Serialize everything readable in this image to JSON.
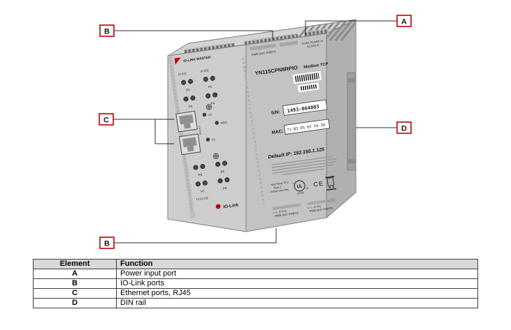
{
  "figure": {
    "callouts": {
      "a": "A",
      "b_top": "B",
      "b_bottom": "B",
      "c": "C",
      "d": "D"
    },
    "device": {
      "brand": "IO-LINK MASTER",
      "model": "YN115CPN8RPIO",
      "protocol": "Modbus TCP",
      "serial": {
        "label": "S/N:",
        "value": "1493-064003"
      },
      "mac": {
        "label": "MAC:",
        "value": "71 B3 D5 EF FA 39"
      },
      "default_ip": "Default IP: 192.168.1.125",
      "front": {
        "header_left": "DI C/Q",
        "header_right": "DI C/Q",
        "ports": [
          "P1",
          "P2",
          "P3",
          "P4",
          "P5",
          "P6",
          "P7",
          "P8"
        ],
        "footer": "TX   DI  C/Q",
        "eth_top": "X2",
        "eth_bottom": "X1",
        "mod": "MOD",
        "link_act": "LINK ACT",
        "io_link_logo": "IO-Link"
      },
      "top_strip": {
        "pwr_out": "PWR OUT",
        "ports": "PORTS",
        "power_in": "24VDC POWER IN",
        "class2": "(CLASS 2)"
      },
      "bottom_strip": {
        "pins_left": "L+ L- DI C/Q",
        "pwr_out_left": "PWR OUT",
        "ports_left": "PORTS",
        "pins_right": "L+ L- DI C/Q",
        "pwr_out_right": "PWR OUT",
        "ports_right": "PORTS"
      },
      "cert": {
        "max_temp": "Max Temp 70°C",
        "type": "Type 1",
        "indoor": "Indoor Use Only",
        "ul": "UL",
        "ul_c": "c",
        "ul_us": "US",
        "listed": "LISTED",
        "ce": "CE"
      }
    }
  },
  "table": {
    "headers": [
      "Element",
      "Function"
    ],
    "rows": [
      [
        "A",
        "Power input port"
      ],
      [
        "B",
        "IO-Link ports"
      ],
      [
        "C",
        "Ethernet ports, RJ45"
      ],
      [
        "D",
        "DIN rail"
      ]
    ]
  },
  "colors": {
    "callout_red": "#c00000",
    "table_header_bg": "#d9d9d9"
  }
}
